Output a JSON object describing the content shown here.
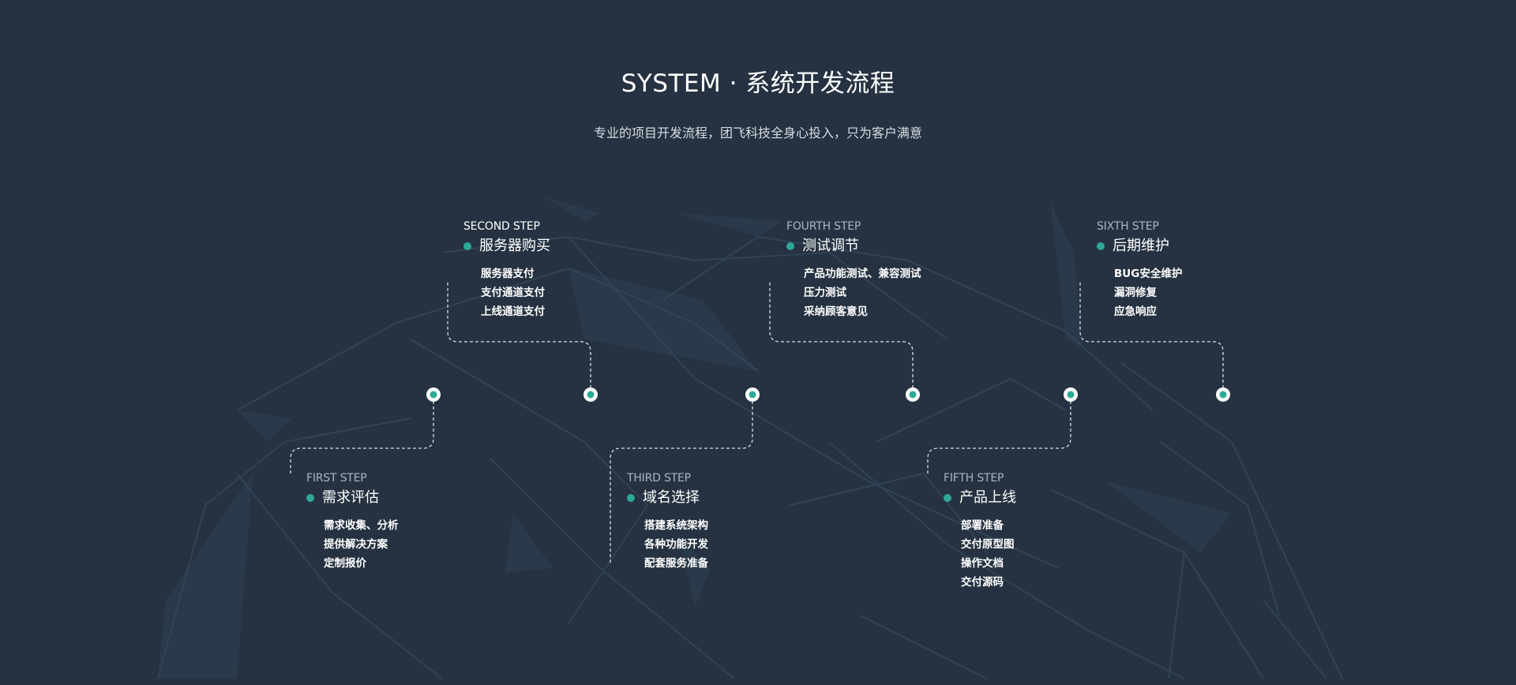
{
  "header": {
    "title": "SYSTEM · 系统开发流程",
    "subtitle": "专业的项目开发流程，团飞科技全身心投入，只为客户满意"
  },
  "steps": [
    {
      "label": "FIRST STEP",
      "name": "需求评估",
      "items": [
        "需求收集、分析",
        "提供解决方案",
        "定制报价"
      ]
    },
    {
      "label": "SECOND STEP",
      "name": "服务器购买",
      "items": [
        "服务器支付",
        "支付通道支付",
        "上线通道支付"
      ]
    },
    {
      "label": "THIRD STEP",
      "name": "域名选择",
      "items": [
        "搭建系统架构",
        "各种功能开发",
        "配套服务准备"
      ]
    },
    {
      "label": "FOURTH STEP",
      "name": "测试调节",
      "items": [
        "产品功能测试、兼容测试",
        "压力测试",
        "采纳顾客意见"
      ]
    },
    {
      "label": "FIFTH STEP",
      "name": "产品上线",
      "items": [
        "部署准备",
        "交付原型图",
        "操作文档",
        "交付源码"
      ]
    },
    {
      "label": "SIXTH STEP",
      "name": "后期维护",
      "items": [
        "BUG安全维护",
        "漏洞修复",
        "应急响应"
      ]
    }
  ],
  "colors": {
    "background": "#263241",
    "timeline_start": "#2fae8a",
    "timeline_end": "#2f7fd8",
    "accent_dot": "#2ea898",
    "node_fill": "#ffffff"
  }
}
